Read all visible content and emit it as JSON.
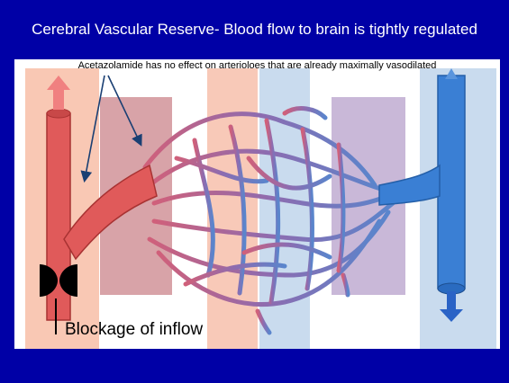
{
  "slide": {
    "title": "Cerebral Vascular Reserve- Blood flow to brain is tightly regulated",
    "background_color": "#0000a6"
  },
  "figure": {
    "annotation": "Acetazolamide has no effect on arterioloes that are already maximally vasodilated",
    "blockage_label": "Blockage of inflow",
    "colors": {
      "artery": "#e05a5a",
      "vein": "#3a7fd4",
      "capillary": "#7f6ab0",
      "band_salmon": "#f9c8b4",
      "band_rose": "#d8a3a8",
      "band_blue": "#c9dbee",
      "band_lavender": "#c9b8d8",
      "blockage": "#000000"
    }
  }
}
